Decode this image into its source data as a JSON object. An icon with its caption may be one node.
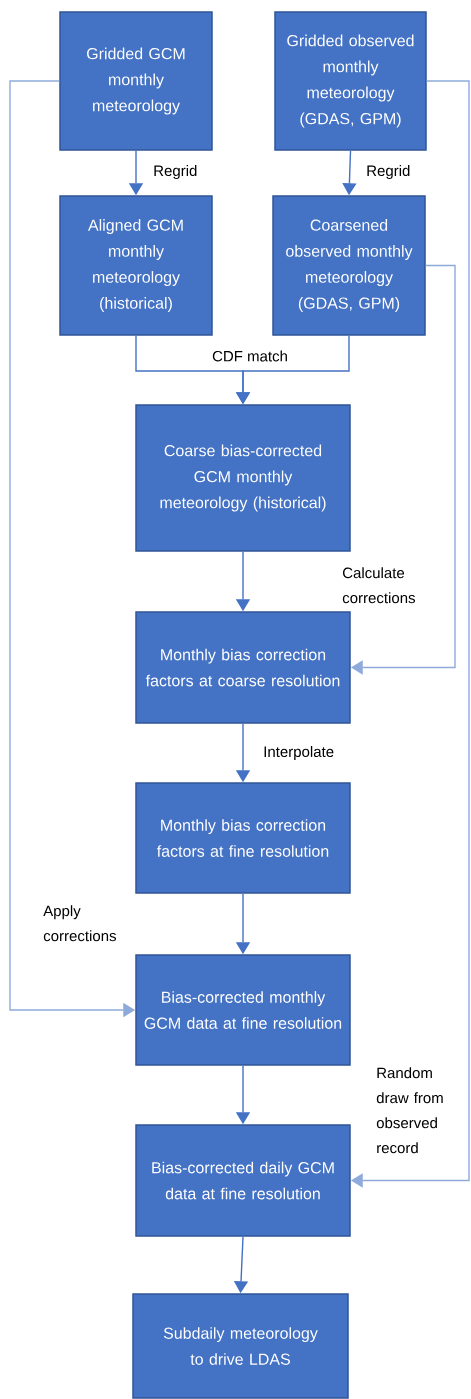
{
  "diagram": {
    "nodes": [
      {
        "text": [
          "Gridded GCM monthly meteorology"
        ]
      },
      {
        "text": [
          "Gridded observed monthly meteorology (GDAS, GPM)"
        ]
      },
      {
        "text": [
          "Aligned GCM monthly meteorology (historical)"
        ]
      },
      {
        "text": [
          "Coarsened observed monthly meteorology (GDAS, GPM)"
        ]
      },
      {
        "text": [
          "Coarse bias-corrected GCM monthly meteorology (historical)"
        ]
      },
      {
        "text": [
          "Monthly bias correction factors at coarse resolution"
        ]
      },
      {
        "text": [
          "Monthly bias correction factors at fine resolution"
        ]
      },
      {
        "text": [
          "Bias-corrected monthly GCM data at fine resolution"
        ]
      },
      {
        "text": [
          "Bias-corrected daily GCM data at fine resolution"
        ]
      },
      {
        "text": [
          "Subdaily meteorology to drive LDAS"
        ]
      }
    ],
    "edges": [
      {
        "from": 0,
        "to": 2,
        "arrow": "to",
        "label": "Regrid"
      },
      {
        "from": 1,
        "to": 3,
        "arrow": "to",
        "label": "Regrid"
      },
      {
        "from": 2,
        "to": 4,
        "arrow": "to",
        "label": "CDF match"
      },
      {
        "from": 3,
        "to": 4,
        "arrow": "to"
      },
      {
        "from": 4,
        "to": 5,
        "arrow": "to"
      },
      {
        "from": 3,
        "to": 5,
        "arrow": "to",
        "label": "Calculate corrections",
        "color": "#8eaadb"
      },
      {
        "from": 5,
        "to": 6,
        "arrow": "to",
        "label": "Interpolate"
      },
      {
        "from": 6,
        "to": 7,
        "arrow": "to"
      },
      {
        "from": 0,
        "to": 7,
        "arrow": "to",
        "label": "Apply corrections",
        "color": "#8eaadb"
      },
      {
        "from": 7,
        "to": 8,
        "arrow": "to"
      },
      {
        "from": 1,
        "to": 8,
        "arrow": "to",
        "label": "Random draw from observed record",
        "color": "#8eaadb"
      },
      {
        "from": 8,
        "to": 9,
        "arrow": "to"
      }
    ]
  }
}
